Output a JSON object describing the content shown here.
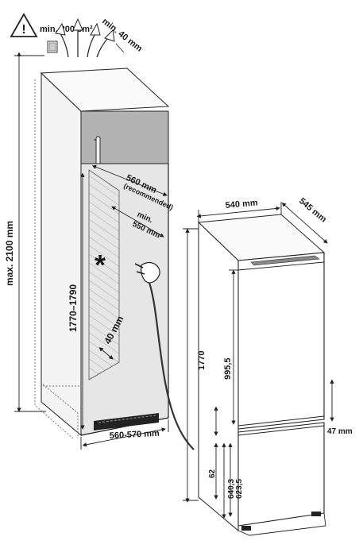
{
  "labels": {
    "warning_symbol": "!",
    "vent_area": "min. 200 cm²",
    "top_clearance": "min. 40 mm",
    "max_height": "max. 2100 mm",
    "niche_depth_recommended": "560 mm",
    "recommended_word": "(recommended)",
    "niche_depth_min": "min.",
    "niche_depth_min_value": "550 mm",
    "niche_height": "1770–1790",
    "asterisk": "*",
    "side_gap": "40 mm",
    "niche_width": "560-570 mm",
    "fridge_width": "540 mm",
    "fridge_depth": "545 mm",
    "fridge_height": "1770",
    "upper_door_height": "995,5",
    "gap_47": "47 mm",
    "gap_62": "62",
    "lower_door_1": "640,3",
    "lower_door_2": "623,5"
  },
  "colors": {
    "cabinet_fill": "#e6e6e6",
    "top_cabinet_fill": "#b3b3b3",
    "line": "#222222",
    "background": "#ffffff"
  },
  "icons": [
    "warning-triangle-icon",
    "air-flow-arrows-icon",
    "power-plug-icon"
  ]
}
